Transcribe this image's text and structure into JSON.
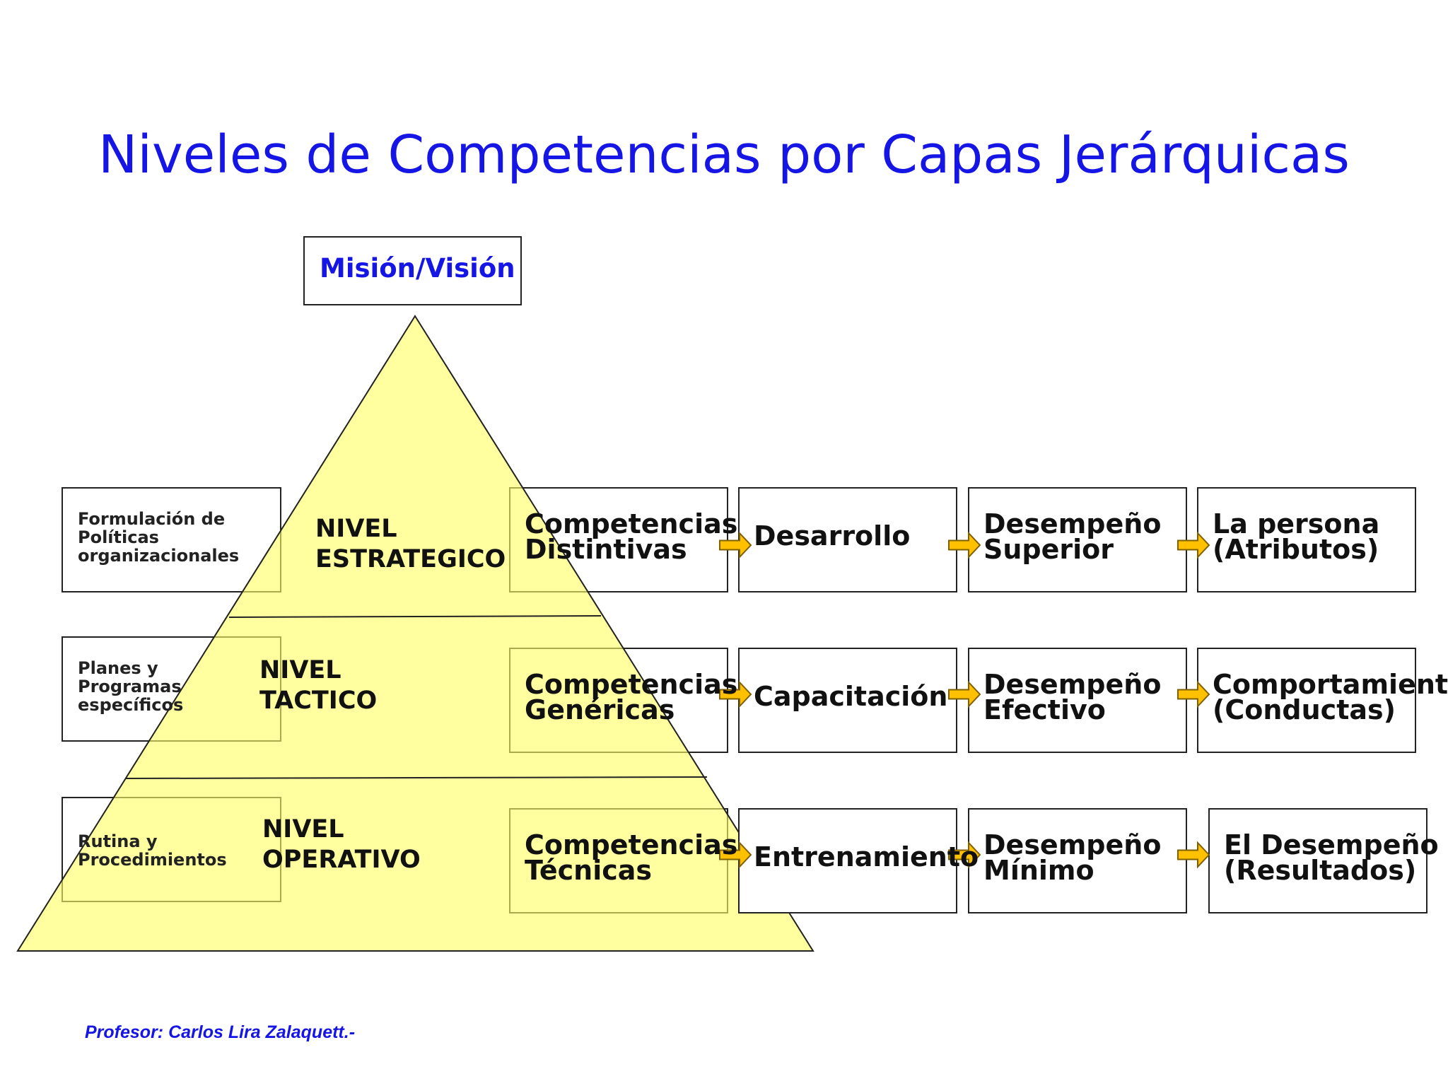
{
  "title": "Niveles de Competencias por Capas Jerárquicas",
  "top_box": "Misión/Visión",
  "footer": "Profesor: Carlos Lira Zalaquett.-",
  "colors": {
    "title": "#1515e6",
    "pyramid_fill": "#ffff99",
    "arrow_fill": "#ffc000",
    "arrow_stroke": "#7f6000"
  },
  "rows": [
    {
      "left": [
        "Formulación de",
        "Políticas",
        "organizacionales"
      ],
      "level": [
        "NIVEL",
        "ESTRATEGICO"
      ],
      "competencia": [
        "Competencias",
        "Distintivas"
      ],
      "medio": [
        "Desarrollo"
      ],
      "desempeno": [
        "Desempeño",
        "Superior"
      ],
      "resultado": [
        "La persona",
        "(Atributos)"
      ]
    },
    {
      "left": [
        "Planes y",
        "Programas",
        "específicos"
      ],
      "level": [
        "NIVEL",
        "TACTICO"
      ],
      "competencia": [
        "Competencias",
        "Genéricas"
      ],
      "medio": [
        "Capacitación"
      ],
      "desempeno": [
        "Desempeño",
        "Efectivo"
      ],
      "resultado": [
        "Comportamiento",
        "(Conductas)"
      ]
    },
    {
      "left": [
        "Rutina y",
        "Procedimientos"
      ],
      "level": [
        "NIVEL",
        "OPERATIVO"
      ],
      "competencia": [
        "Competencias",
        "Técnicas"
      ],
      "medio": [
        "Entrenamiento"
      ],
      "desempeno": [
        "Desempeño",
        "Mínimo"
      ],
      "resultado": [
        "El Desempeño",
        "(Resultados)"
      ]
    }
  ]
}
